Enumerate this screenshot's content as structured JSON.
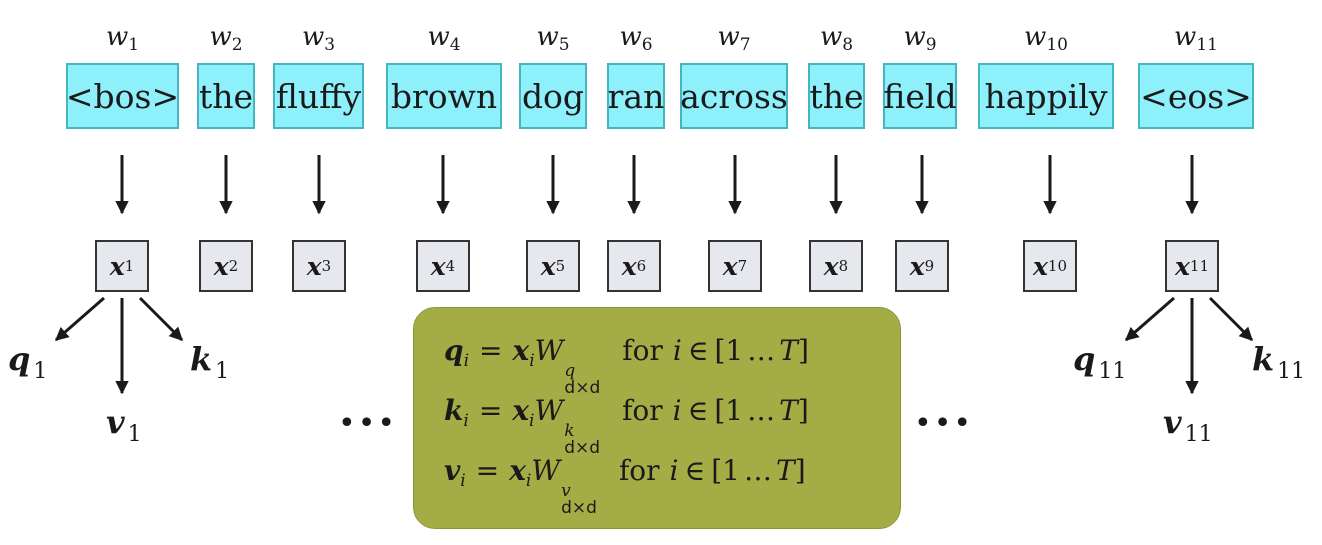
{
  "tokens": [
    {
      "w": "w",
      "wsub": "1",
      "text": "<bos>"
    },
    {
      "w": "w",
      "wsub": "2",
      "text": "the"
    },
    {
      "w": "w",
      "wsub": "3",
      "text": "fluffy"
    },
    {
      "w": "w",
      "wsub": "4",
      "text": "brown"
    },
    {
      "w": "w",
      "wsub": "5",
      "text": "dog"
    },
    {
      "w": "w",
      "wsub": "6",
      "text": "ran"
    },
    {
      "w": "w",
      "wsub": "7",
      "text": "across"
    },
    {
      "w": "w",
      "wsub": "8",
      "text": "the"
    },
    {
      "w": "w",
      "wsub": "9",
      "text": "field"
    },
    {
      "w": "w",
      "wsub": "10",
      "text": "happily"
    },
    {
      "w": "w",
      "wsub": "11",
      "text": "<eos>"
    }
  ],
  "embeddings": [
    {
      "sym": "x",
      "sub": "1"
    },
    {
      "sym": "x",
      "sub": "2"
    },
    {
      "sym": "x",
      "sub": "3"
    },
    {
      "sym": "x",
      "sub": "4"
    },
    {
      "sym": "x",
      "sub": "5"
    },
    {
      "sym": "x",
      "sub": "6"
    },
    {
      "sym": "x",
      "sub": "7"
    },
    {
      "sym": "x",
      "sub": "8"
    },
    {
      "sym": "x",
      "sub": "9"
    },
    {
      "sym": "x",
      "sub": "10"
    },
    {
      "sym": "x",
      "sub": "11"
    }
  ],
  "projections_first": {
    "q": "q",
    "q_sub": "1",
    "k": "k",
    "k_sub": "1",
    "v": "v",
    "v_sub": "1"
  },
  "projections_last": {
    "q": "q",
    "q_sub": "11",
    "k": "k",
    "k_sub": "11",
    "v": "v",
    "v_sub": "11"
  },
  "ellipsis": "•••",
  "equations": [
    {
      "lhs": "q",
      "sub": "i",
      "eq": "=",
      "x": "x",
      "xsub": "i",
      "W": "W",
      "wsup": "q",
      "wsub": "d×d",
      "for_text": "for",
      "i": "i",
      "in_sym": "∈",
      "range_open": "[1",
      "range_dots": "…",
      "T": "T",
      "range_close": "]"
    },
    {
      "lhs": "k",
      "sub": "i",
      "eq": "=",
      "x": "x",
      "xsub": "i",
      "W": "W",
      "wsup": "k",
      "wsub": "d×d",
      "for_text": "for",
      "i": "i",
      "in_sym": "∈",
      "range_open": "[1",
      "range_dots": "…",
      "T": "T",
      "range_close": "]"
    },
    {
      "lhs": "v",
      "sub": "i",
      "eq": "=",
      "x": "x",
      "xsub": "i",
      "W": "W",
      "wsup": "v",
      "wsub": "d×d",
      "for_text": "for",
      "i": "i",
      "in_sym": "∈",
      "range_open": "[1",
      "range_dots": "…",
      "T": "T",
      "range_close": "]"
    }
  ],
  "colors": {
    "token_fill": "#8ef0fb",
    "token_border": "#45b5c0",
    "embed_fill": "#e6e8ee",
    "equation_box": "#a4ad45",
    "arrow": "#1a1a1a"
  }
}
